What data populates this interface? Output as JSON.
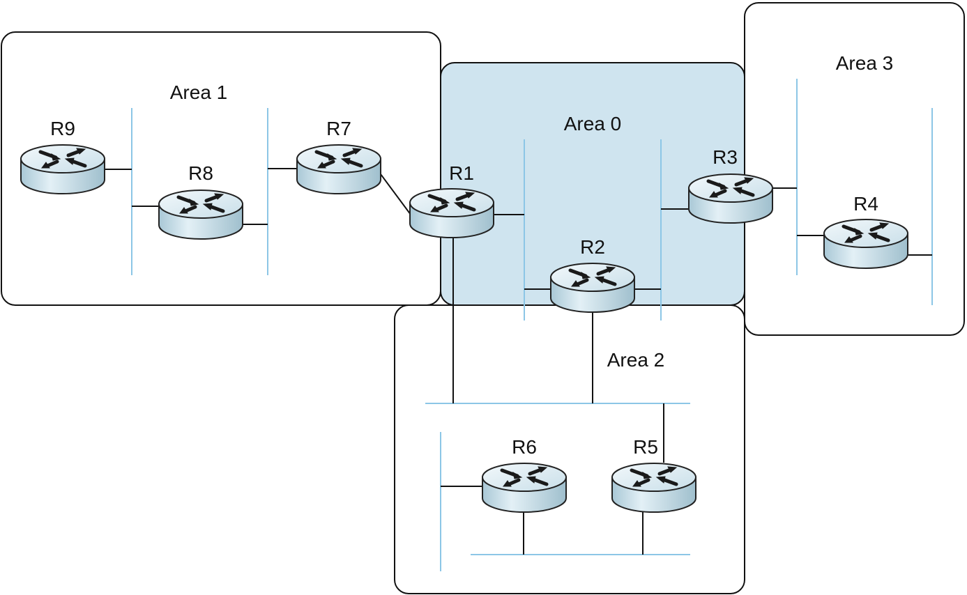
{
  "colors": {
    "backbone_fill": "#cfe4ef",
    "segment": "#8cc6e6",
    "router_body": "#c3dbe6"
  },
  "areas": [
    {
      "id": "area1",
      "label": "Area 1"
    },
    {
      "id": "area0",
      "label": "Area 0"
    },
    {
      "id": "area2",
      "label": "Area 2"
    },
    {
      "id": "area3",
      "label": "Area 3"
    }
  ],
  "routers": [
    {
      "id": "R9",
      "label": "R9"
    },
    {
      "id": "R8",
      "label": "R8"
    },
    {
      "id": "R7",
      "label": "R7"
    },
    {
      "id": "R1",
      "label": "R1"
    },
    {
      "id": "R2",
      "label": "R2"
    },
    {
      "id": "R3",
      "label": "R3"
    },
    {
      "id": "R4",
      "label": "R4"
    },
    {
      "id": "R6",
      "label": "R6"
    },
    {
      "id": "R5",
      "label": "R5"
    }
  ]
}
